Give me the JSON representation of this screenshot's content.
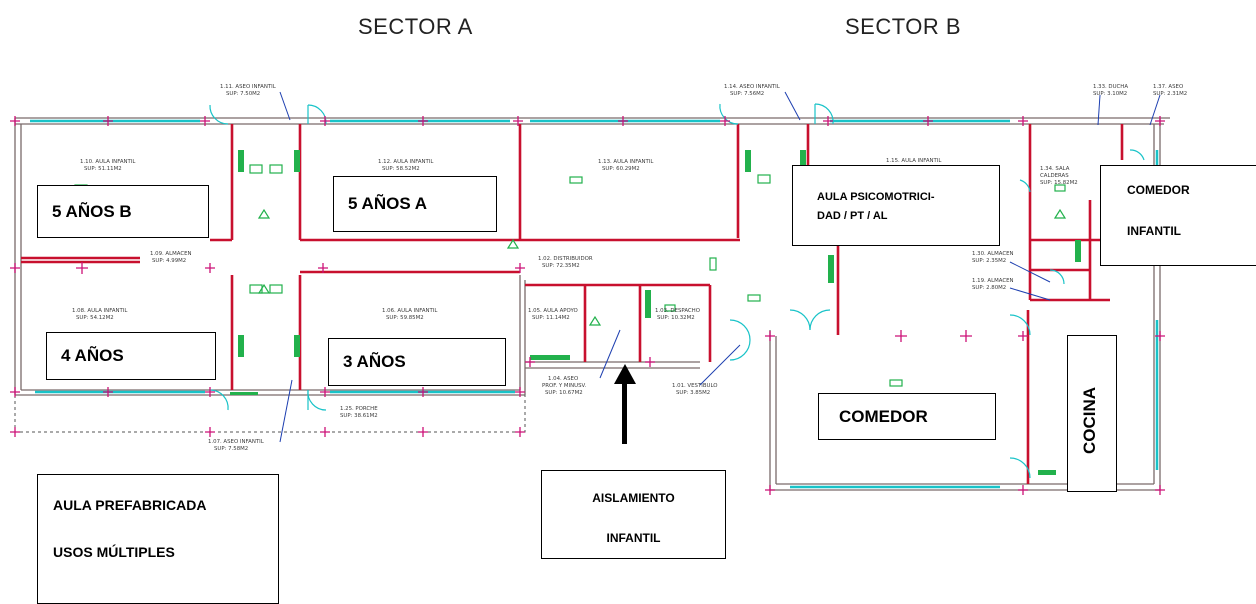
{
  "headers": {
    "sector_a": "SECTOR A",
    "sector_b": "SECTOR B"
  },
  "labels": {
    "anos5b": "5 AÑOS B",
    "anos5a": "5 AÑOS A",
    "anos4": "4 AÑOS",
    "anos3": "3 AÑOS",
    "psico_1": "AULA PSICOMOTRICI-",
    "psico_2": "DAD / PT / AL",
    "comedor_inf_1": "COMEDOR",
    "comedor_inf_2": "INFANTIL",
    "comedor": "COMEDOR",
    "cocina": "COCINA",
    "aislamiento_1": "AISLAMIENTO",
    "aislamiento_2": "INFANTIL",
    "prefab_1": "AULA PREFABRICADA",
    "prefab_2": "USOS MÚLTIPLES"
  },
  "plan_texts": {
    "r111a": "1.11. ASEO INFANTIL",
    "r111b": "SUP: 7.50M2",
    "r110a": "1.10. AULA INFANTIL",
    "r110b": "SUP: 51.11M2",
    "r112a": "1.12. AULA INFANTIL",
    "r112b": "SUP: 58.52M2",
    "r113a": "1.13. AULA INFANTIL",
    "r113b": "SUP: 60.29M2",
    "r114a": "1.14. ASEO INFANTIL",
    "r114b": "SUP: 7.56M2",
    "r115a": "1.15. AULA INFANTIL",
    "r133a": "1.33. DUCHA",
    "r133b": "SUP: 3.10M2",
    "r137a": "1.37. ASEO",
    "r137b": "SUP: 2.31M2",
    "r134a": "1.34. SALA",
    "r134b": "CALDERAS",
    "r134c": "SUP: 15.82M2",
    "r109a": "1.09. ALMACEN",
    "r109b": "SUP: 4.99M2",
    "r102a": "1.02. DISTRIBUIDOR",
    "r102b": "SUP: 72.35M2",
    "r130a": "1.30. ALMACEN",
    "r130b": "SUP: 2.35M2",
    "r119a": "1.19. ALMACEN",
    "r119b": "SUP: 2.80M2",
    "r108a": "1.08. AULA INFANTIL",
    "r108b": "SUP: 54.12M2",
    "r106a": "1.06. AULA INFANTIL",
    "r106b": "SUP: 59.85M2",
    "r105a": "1.05. AULA APOYO",
    "r105b": "SUP: 11.14M2",
    "r103a": "1.03. DESPACHO",
    "r103b": "SUP: 10.32M2",
    "r104a": "1.04. ASEO",
    "r104b": "PROF. Y MINUSV.",
    "r104c": "SUP: 10.67M2",
    "r101a": "1.01. VESTIBULO",
    "r101b": "SUP: 3.85M2",
    "r125a": "1.25. PORCHE",
    "r125b": "SUP: 38.61M2",
    "r107a": "1.07. ASEO INFANTIL",
    "r107b": "SUP: 7.58M2"
  },
  "colors": {
    "walls": "#c8102e",
    "outline": "#7a6a6a",
    "windows": "#19c3c8",
    "fixtures": "#22b14c",
    "grid": "#cc1177"
  }
}
